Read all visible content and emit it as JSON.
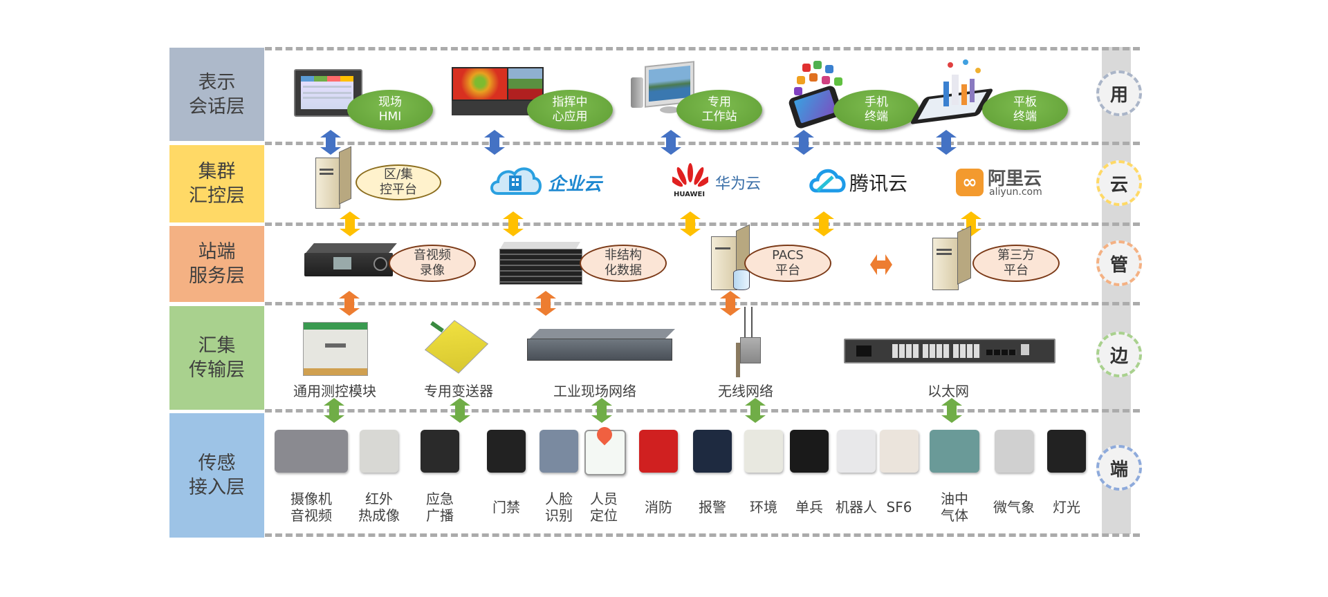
{
  "layers": [
    {
      "label_line1": "表示",
      "label_line2": "会话层",
      "color": "#adb9ca",
      "tag": "用",
      "tag_color": "#aab5c8"
    },
    {
      "label_line1": "集群",
      "label_line2": "汇控层",
      "color": "#ffd966",
      "tag": "云",
      "tag_color": "#ffd966"
    },
    {
      "label_line1": "站端",
      "label_line2": "服务层",
      "color": "#f4b183",
      "tag": "管",
      "tag_color": "#f4b183"
    },
    {
      "label_line1": "汇集",
      "label_line2": "传输层",
      "color": "#a9d18e",
      "tag": "边",
      "tag_color": "#a9d18e"
    },
    {
      "label_line1": "传感",
      "label_line2": "接入层",
      "color": "#9dc3e6",
      "tag": "端",
      "tag_color": "#8eaadb"
    }
  ],
  "presentation": [
    {
      "line1": "现场",
      "line2": "HMI",
      "icon": "hmi-panel-icon"
    },
    {
      "line1": "指挥中",
      "line2": "心应用",
      "icon": "video-wall-icon"
    },
    {
      "line1": "专用",
      "line2": "工作站",
      "icon": "workstation-icon"
    },
    {
      "line1": "手机",
      "line2": "终端",
      "icon": "smartphone-icon"
    },
    {
      "line1": "平板",
      "line2": "终端",
      "icon": "tablet-icon"
    }
  ],
  "cluster": {
    "platform": {
      "line1": "区/集",
      "line2": "控平台"
    },
    "clouds": [
      {
        "name": "企业云",
        "icon": "enterprise-cloud-logo"
      },
      {
        "name": "华为云",
        "sub": "HUAWEI",
        "icon": "huawei-logo"
      },
      {
        "name": "腾讯云",
        "icon": "tencent-cloud-logo"
      },
      {
        "name": "阿里云",
        "sub": "aliyun.com",
        "icon": "aliyun-logo"
      }
    ]
  },
  "station": [
    {
      "line1": "音视频",
      "line2": "录像",
      "icon": "nvr-icon"
    },
    {
      "line1": "非结构",
      "line2": "化数据",
      "icon": "storage-server-icon"
    },
    {
      "line1": "PACS",
      "line2": "平台",
      "icon": "database-server-icon"
    },
    {
      "line1": "第三方",
      "line2": "平台",
      "icon": "server-icon"
    }
  ],
  "transport": [
    {
      "label": "通用测控模块",
      "icon": "io-module-icon"
    },
    {
      "label": "专用变送器",
      "icon": "transmitter-icon"
    },
    {
      "label": "工业现场网络",
      "icon": "industrial-switch-icon"
    },
    {
      "label": "无线网络",
      "icon": "wireless-ap-icon"
    },
    {
      "label": "以太网",
      "icon": "ethernet-switch-icon"
    }
  ],
  "sensing": [
    {
      "line1": "摄像机",
      "line2": "音视频",
      "icon": "camera-icon"
    },
    {
      "line1": "红外",
      "line2": "热成像",
      "icon": "thermal-camera-icon"
    },
    {
      "line1": "应急",
      "line2": "广播",
      "icon": "broadcast-speaker-icon"
    },
    {
      "line1": "门禁",
      "line2": "",
      "icon": "access-control-icon"
    },
    {
      "line1": "人脸",
      "line2": "识别",
      "icon": "face-recognition-icon"
    },
    {
      "line1": "人员",
      "line2": "定位",
      "icon": "location-pin-icon"
    },
    {
      "line1": "消防",
      "line2": "",
      "icon": "fire-extinguisher-icon"
    },
    {
      "line1": "报警",
      "line2": "",
      "icon": "alarm-sensor-icon"
    },
    {
      "line1": "环境",
      "line2": "",
      "icon": "environment-meter-icon"
    },
    {
      "line1": "单兵",
      "line2": "",
      "icon": "walkie-talkie-icon"
    },
    {
      "line1": "机器人",
      "line2": "",
      "icon": "robot-icon"
    },
    {
      "line1": "SF6",
      "line2": "",
      "icon": "sf6-monitor-icon"
    },
    {
      "line1": "油中",
      "line2": "气体",
      "icon": "transformer-icon"
    },
    {
      "line1": "微气象",
      "line2": "",
      "icon": "anemometer-icon"
    },
    {
      "line1": "灯光",
      "line2": "",
      "icon": "spotlight-icon"
    }
  ],
  "colors": {
    "arrow_blue": "#4472c4",
    "arrow_yellow": "#ffc000",
    "arrow_orange": "#ed7d31",
    "arrow_green": "#70ad47",
    "separator": "#ababab"
  }
}
